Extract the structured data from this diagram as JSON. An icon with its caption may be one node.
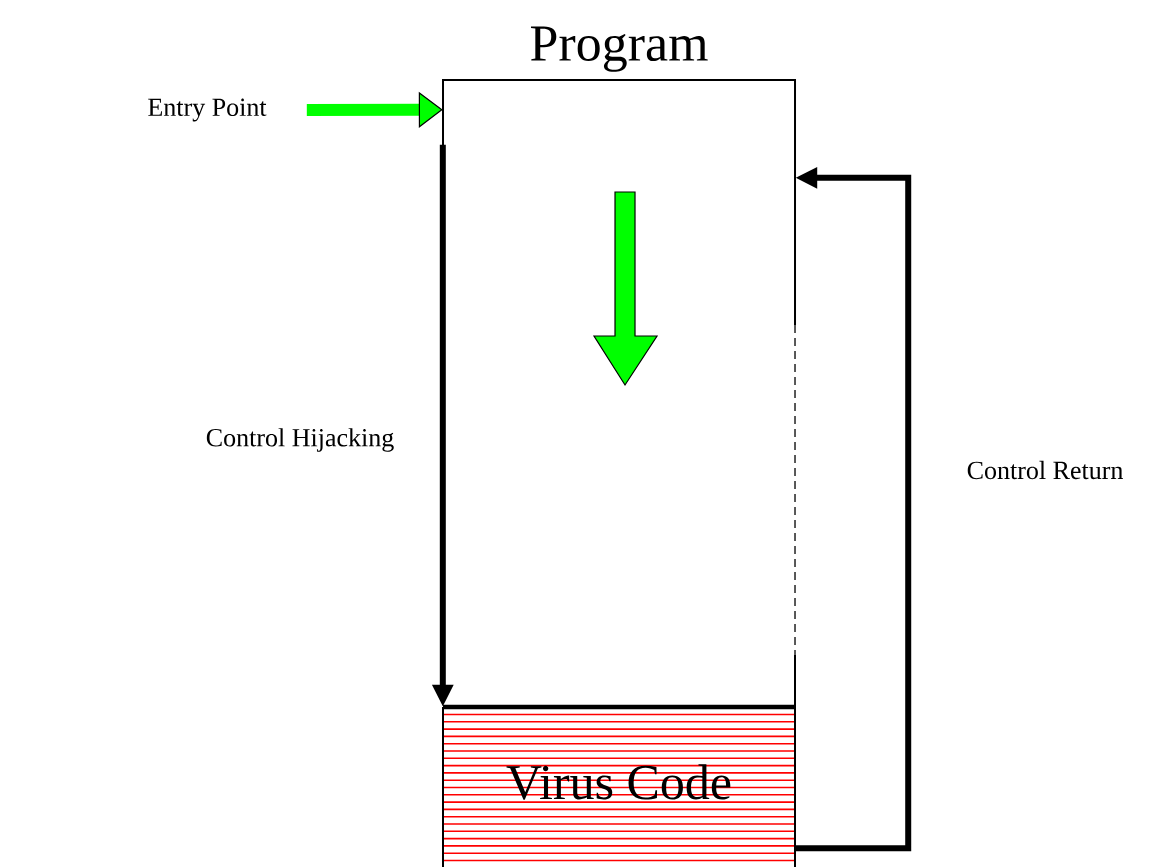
{
  "diagram": {
    "nodes": [
      {
        "text": [
          "Program"
        ]
      },
      {
        "text": [
          "Virus Code"
        ]
      },
      {
        "text": [
          "Entry Point"
        ]
      }
    ],
    "edges": [
      {
        "from": 2,
        "to": 0,
        "arrow": "to",
        "style": "thick",
        "color": "#00ff00"
      },
      {
        "from": 0,
        "to": 1,
        "arrow": "to",
        "label": "Control Hijacking"
      },
      {
        "from": 1,
        "to": 0,
        "arrow": "to",
        "label": "Control Return"
      }
    ]
  }
}
